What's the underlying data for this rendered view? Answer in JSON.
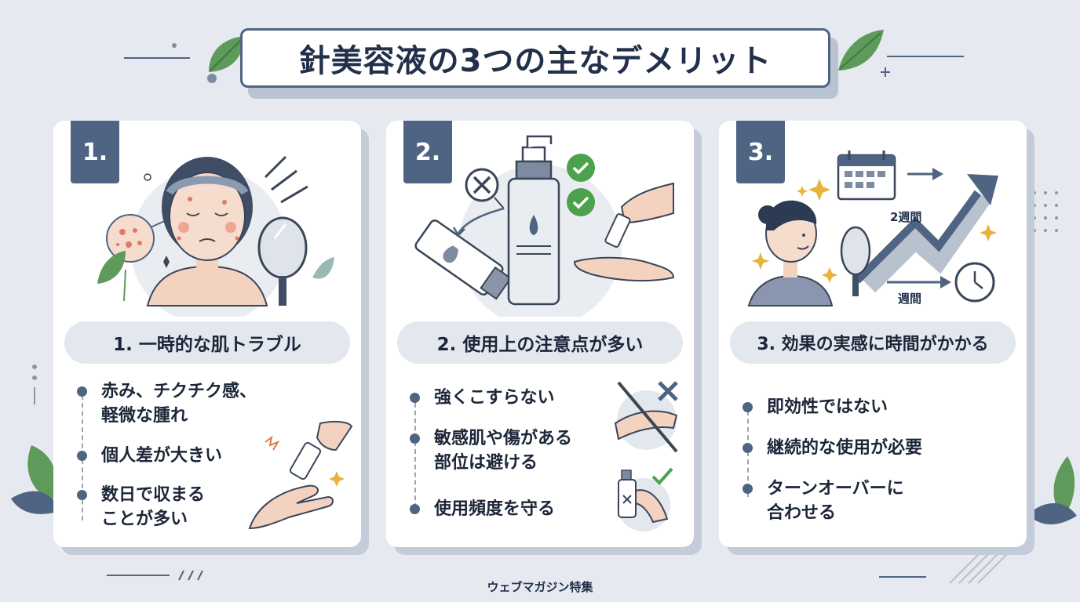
{
  "title": "針美容液の3つの主なデメリット",
  "footer": "ウェブマガジン特集",
  "colors": {
    "accent": "#4f6482",
    "background": "#e6eaf0",
    "card": "#ffffff",
    "pill": "#e3e7ee",
    "leaf": "#5e9a5a",
    "check": "#4ca24c",
    "star": "#e8b33a"
  },
  "cards": [
    {
      "number": "1.",
      "heading": "1. 一時的な肌トラブル",
      "bullets": [
        {
          "line1": "赤み、チクチク感、",
          "line2": "軽微な腫れ"
        },
        {
          "line1": "個人差が大きい",
          "line2": ""
        },
        {
          "line1": "数日で収まる",
          "line2": "ことが多い"
        }
      ],
      "icons": [
        "woman-with-redness-icon",
        "microneedle-icon",
        "hand-mirror-icon",
        "skin-zoom-icon",
        "serum-application-icon"
      ]
    },
    {
      "number": "2.",
      "heading": "2. 使用上の注意点が多い",
      "bullets": [
        {
          "line1": "強くこすらない",
          "line2": ""
        },
        {
          "line1": "敏感肌や傷がある",
          "line2": "部位は避ける"
        },
        {
          "line1": "使用頻度を守る",
          "line2": ""
        }
      ],
      "icons": [
        "serum-bottle-icon",
        "tube-icon",
        "cross-icon",
        "check-icon",
        "dropper-hand-icon",
        "no-rubbing-icon"
      ]
    },
    {
      "number": "3.",
      "heading": "3. 効果の実感に時間がかかる",
      "bullets": [
        {
          "line1": "即効性ではない",
          "line2": ""
        },
        {
          "line1": "継続的な使用が必要",
          "line2": ""
        },
        {
          "line1": "ターンオーバーに",
          "line2": "合わせる"
        }
      ],
      "labels": {
        "two_weeks": "2週間",
        "weeks": "週間"
      },
      "icons": [
        "calendar-icon",
        "arrow-right-icon",
        "trend-up-arrow-icon",
        "clock-icon",
        "woman-with-mirror-icon",
        "sparkle-icon"
      ]
    }
  ]
}
